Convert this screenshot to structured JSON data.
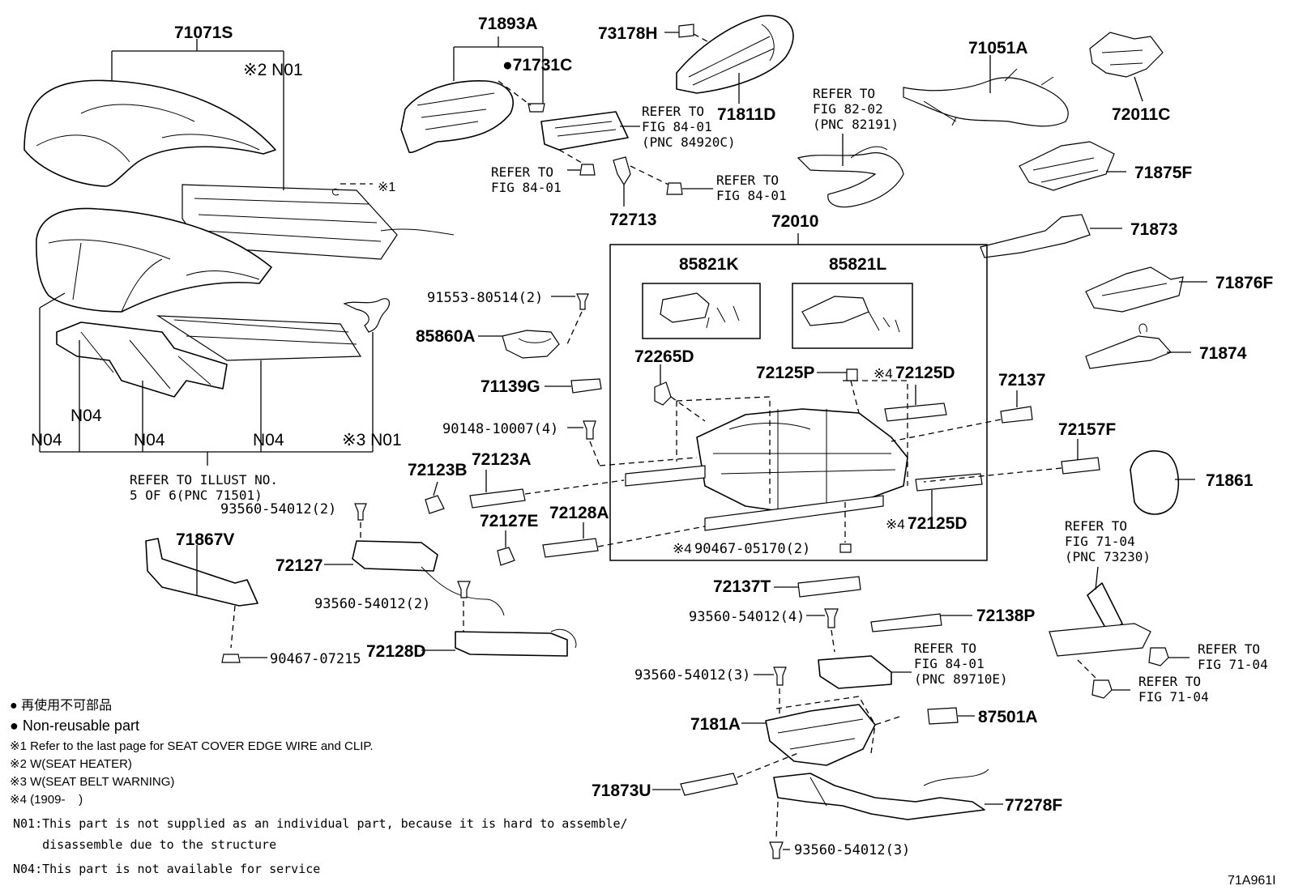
{
  "diagram_id": "71A961I",
  "part_numbers": {
    "p71071S": "71071S",
    "p71893A": "71893A",
    "p71731C": "●71731C",
    "p73178H": "73178H",
    "p71811D": "71811D",
    "p71051A": "71051A",
    "p72011C": "72011C",
    "p71875F": "71875F",
    "p71873": "71873",
    "p71876F": "71876F",
    "p71874": "71874",
    "p71861": "71861",
    "p72713": "72713",
    "p72010": "72010",
    "p85821K": "85821K",
    "p85821L": "85821L",
    "p91553": "91553-80514(2)",
    "p85860A": "85860A",
    "p71139G": "71139G",
    "p90148": "90148-10007(4)",
    "p72265D": "72265D",
    "p72125P": "72125P",
    "p72125D_top": "72125D",
    "p72137": "72137",
    "p72157F": "72157F",
    "p72123B": "72123B",
    "p72123A": "72123A",
    "p72127E": "72127E",
    "p72128A": "72128A",
    "p72125D_bot": "72125D",
    "p90467_05170": "90467-05170(2)",
    "p93560_a": "93560-54012(2)",
    "p71867V": "71867V",
    "p72127": "72127",
    "p93560_b": "93560-54012(2)",
    "p72128D": "72128D",
    "p90467_07215": "90467-07215",
    "p72137T": "72137T",
    "p93560_c": "93560-54012(4)",
    "p72138P": "72138P",
    "p93560_d": "93560-54012(3)",
    "p7181A": "7181A",
    "p87501A": "87501A",
    "p71873U": "71873U",
    "p77278F": "77278F",
    "p93560_e": "93560-54012(3)"
  },
  "markers": {
    "n01_heater": "※2 N01",
    "n01_belt": "※3 N01",
    "n04_a": "N04",
    "n04_b": "N04",
    "n04_c": "N04",
    "n04_d": "N04",
    "x1": "※1",
    "x4_a": "※4",
    "x4_b": "※4",
    "x4_c": "※4"
  },
  "refs": {
    "r_illust_1": "REFER TO ILLUST NO.",
    "r_illust_2": "5 OF 6(PNC 71501)",
    "r_fig8401_a1": "REFER TO",
    "r_fig8401_a2": "FIG 84-01",
    "r_fig8401_a3": "(PNC 84920C)",
    "r_fig8401_b1": "REFER TO",
    "r_fig8401_b2": "FIG 84-01",
    "r_fig8401_c1": "REFER TO",
    "r_fig8401_c2": "FIG 84-01",
    "r_fig8202_1": "REFER TO",
    "r_fig8202_2": "FIG 82-02",
    "r_fig8202_3": "(PNC 82191)",
    "r_fig7104_a1": "REFER TO",
    "r_fig7104_a2": "FIG 71-04",
    "r_fig7104_a3": "(PNC 73230)",
    "r_fig7104_b1": "REFER TO",
    "r_fig7104_b2": "FIG 71-04",
    "r_fig7104_c1": "REFER TO",
    "r_fig7104_c2": "FIG 71-04",
    "r_fig8401_d1": "REFER TO",
    "r_fig8401_d2": "FIG 84-01",
    "r_fig8401_d3": "(PNC 89710E)"
  },
  "legend": {
    "non_reusable_jp": "● 再使用不可部品",
    "non_reusable_en": "● Non-reusable part",
    "note1": "※1 Refer to the last page for SEAT COVER EDGE WIRE and CLIP.",
    "note2": "※2 W(SEAT HEATER)",
    "note3": "※3 W(SEAT BELT WARNING)",
    "note4": "※4 (1909-    )",
    "n01_a": "N01:This part is not supplied as an individual part, because it is hard to assemble/",
    "n01_b": "    disassemble due to the structure",
    "n04": "N04:This part is not available for service"
  }
}
